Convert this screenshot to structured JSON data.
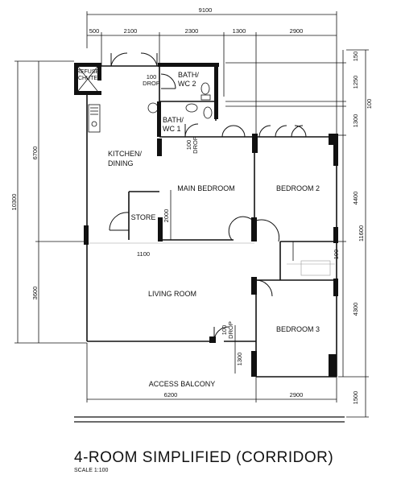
{
  "title": "4-ROOM SIMPLIFIED (CORRIDOR)",
  "scale": "SCALE   1:100",
  "rooms": {
    "refuse_chute": [
      "REFUSE",
      "CHUTE"
    ],
    "bath_wc2": [
      "BATH/",
      "WC 2"
    ],
    "bath_wc1": [
      "BATH/",
      "WC 1"
    ],
    "kitchen": [
      "KITCHEN/",
      "DINING"
    ],
    "main_bedroom": "MAIN BEDROOM",
    "bedroom2": "BEDROOM 2",
    "bedroom3": "BEDROOM 3",
    "store": "STORE",
    "living_room": "LIVING ROOM",
    "access_balcony": "ACCESS BALCONY"
  },
  "drops": {
    "drop1": [
      "100",
      "DROP"
    ],
    "drop2": [
      "100",
      "DROP"
    ],
    "drop3": [
      "100",
      "DROP"
    ]
  },
  "dims": {
    "top_total": "9100",
    "top": [
      "500",
      "2100",
      "2300",
      "1300",
      "2900"
    ],
    "left_total": "10300",
    "left": [
      "6700",
      "3600"
    ],
    "right_total": "11600",
    "right": [
      "150",
      "1250",
      "100",
      "1300",
      "4400",
      "4300",
      "1500"
    ],
    "bottom": [
      "6200",
      "2900"
    ],
    "internal_2000": "2000",
    "internal_1100": "1100",
    "internal_1300": "1300",
    "internal_100": "100"
  }
}
